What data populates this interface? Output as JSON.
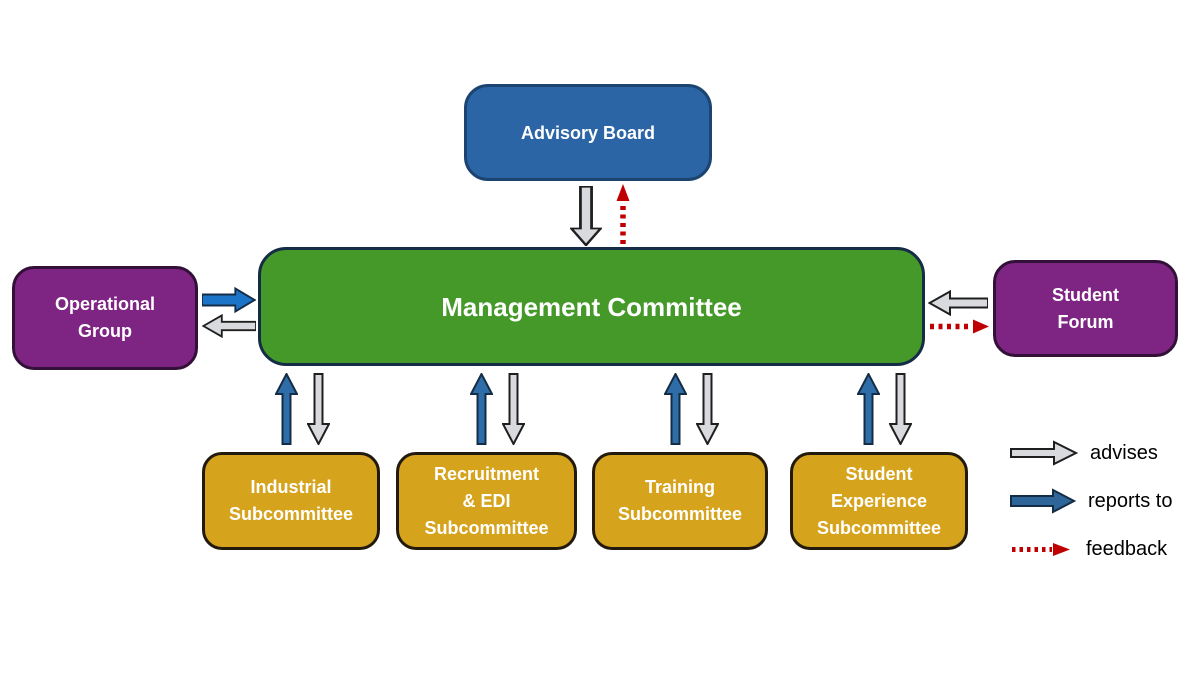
{
  "nodes": {
    "advisory_board": {
      "label": "Advisory Board",
      "color": "#2B65A5"
    },
    "management_committee": {
      "label": "Management Committee",
      "color": "#459929"
    },
    "operational_group": {
      "label": "Operational\nGroup",
      "color": "#7E2483"
    },
    "student_forum": {
      "label": "Student\nForum",
      "color": "#7E2483"
    },
    "industrial_subcommittee": {
      "label": "Industrial\nSubcommittee",
      "color": "#D6A31C"
    },
    "recruitment_edi_subcommittee": {
      "label": "Recruitment\n& EDI\nSubcommittee",
      "color": "#D6A31C"
    },
    "training_subcommittee": {
      "label": "Training\nSubcommittee",
      "color": "#D6A31C"
    },
    "student_experience_subcommittee": {
      "label": "Student\nExperience\nSubcommittee",
      "color": "#D6A31C"
    }
  },
  "edges": [
    {
      "from": "Advisory Board",
      "to": "Management Committee",
      "type": "advises"
    },
    {
      "from": "Management Committee",
      "to": "Advisory Board",
      "type": "feedback"
    },
    {
      "from": "Operational Group",
      "to": "Management Committee",
      "type": "reports to"
    },
    {
      "from": "Management Committee",
      "to": "Operational Group",
      "type": "advises"
    },
    {
      "from": "Student Forum",
      "to": "Management Committee",
      "type": "advises"
    },
    {
      "from": "Management Committee",
      "to": "Student Forum",
      "type": "feedback"
    },
    {
      "from": "Industrial Subcommittee",
      "to": "Management Committee",
      "type": "reports to"
    },
    {
      "from": "Management Committee",
      "to": "Industrial Subcommittee",
      "type": "advises"
    },
    {
      "from": "Recruitment & EDI Subcommittee",
      "to": "Management Committee",
      "type": "reports to"
    },
    {
      "from": "Management Committee",
      "to": "Recruitment & EDI Subcommittee",
      "type": "advises"
    },
    {
      "from": "Training Subcommittee",
      "to": "Management Committee",
      "type": "reports to"
    },
    {
      "from": "Management Committee",
      "to": "Training Subcommittee",
      "type": "advises"
    },
    {
      "from": "Student Experience Subcommittee",
      "to": "Management Committee",
      "type": "reports to"
    },
    {
      "from": "Management Committee",
      "to": "Student Experience Subcommittee",
      "type": "advises"
    }
  ],
  "legend": {
    "items": [
      {
        "label": "advises",
        "arrow": "gray-block-arrow",
        "color": "#D8DADD"
      },
      {
        "label": "reports to",
        "arrow": "blue-block-arrow",
        "color": "#2E6699"
      },
      {
        "label": "feedback",
        "arrow": "red-dotted-arrow",
        "color": "#C00000"
      }
    ]
  },
  "colors": {
    "advises_arrow_fill": "#D8DADD",
    "reports_to_arrow_fill": "#2E6DA8",
    "reports_to_arrow_bright_fill": "#1B74C8",
    "feedback_arrow": "#C00000",
    "arrow_outline": "#1F1F1F",
    "blue_arrow_outline": "#142C45",
    "background": "#FFFFFF"
  }
}
